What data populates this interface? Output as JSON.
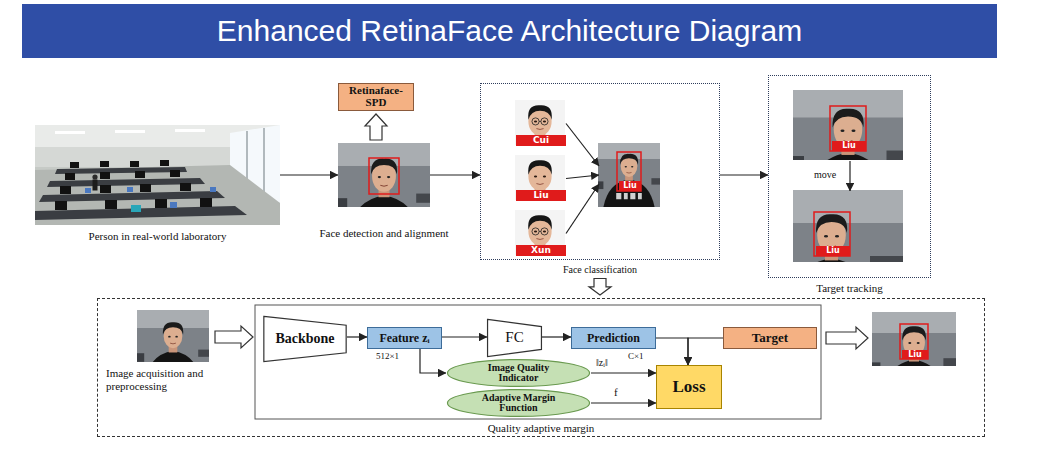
{
  "diagram": {
    "title": "Enhanced RetinaFace Architecture Diagram",
    "nodes": [
      {
        "text": [
          "Person in real-world laboratory"
        ]
      },
      {
        "text": [
          "Retinaface-SPD"
        ]
      },
      {
        "text": [
          "Face detection and alignment"
        ]
      },
      {
        "text": [
          "Face classification"
        ]
      },
      {
        "text": [
          "Cui"
        ],
        "in": 3
      },
      {
        "text": [
          "Liu"
        ],
        "in": 3
      },
      {
        "text": [
          "Xun"
        ],
        "in": 3
      },
      {
        "text": [
          "Liu"
        ],
        "in": 3
      },
      {
        "text": [
          "Target tracking"
        ]
      },
      {
        "text": [
          "Liu"
        ],
        "in": 8
      },
      {
        "text": [
          "Liu"
        ],
        "in": 8
      },
      {
        "text": [
          "Quality adaptive margin"
        ]
      },
      {
        "text": [
          "Image acquisition and preprocessing"
        ],
        "in": 11
      },
      {
        "text": [
          "Backbone"
        ],
        "in": 11
      },
      {
        "text": [
          "Feature zᵢ"
        ],
        "in": 11
      },
      {
        "text": [
          "FC"
        ],
        "in": 11
      },
      {
        "text": [
          "Prediction"
        ],
        "in": 11
      },
      {
        "text": [
          "Target"
        ],
        "in": 11
      },
      {
        "text": [
          "Image Quality Indicator"
        ],
        "in": 11
      },
      {
        "text": [
          "Adaptive Margin Function"
        ],
        "in": 11
      },
      {
        "text": [
          "Loss"
        ],
        "in": 11
      },
      {
        "text": [
          "Liu"
        ],
        "in": 11
      }
    ],
    "edges": [
      {
        "from": 0,
        "to": 2,
        "arrow": "to"
      },
      {
        "from": 2,
        "to": 1,
        "arrow": "to"
      },
      {
        "from": 2,
        "to": 3,
        "arrow": "to"
      },
      {
        "from": 4,
        "to": 7,
        "arrow": "to"
      },
      {
        "from": 5,
        "to": 7,
        "arrow": "to"
      },
      {
        "from": 6,
        "to": 7,
        "arrow": "to"
      },
      {
        "from": 3,
        "to": 8,
        "arrow": "to"
      },
      {
        "from": 9,
        "to": 10,
        "label": "move",
        "arrow": "to"
      },
      {
        "from": 3,
        "to": 11,
        "arrow": "to"
      },
      {
        "from": 12,
        "to": 13,
        "arrow": "to"
      },
      {
        "from": 13,
        "to": 14,
        "arrow": "to"
      },
      {
        "from": 14,
        "to": 15,
        "arrow": "to"
      },
      {
        "from": 15,
        "to": 16,
        "arrow": "to"
      },
      {
        "from": 16,
        "to": 20,
        "arrow": "to"
      },
      {
        "from": 17,
        "to": 20,
        "arrow": "to"
      },
      {
        "from": 14,
        "to": 18,
        "arrow": "to"
      },
      {
        "from": 18,
        "to": 20,
        "label": "‖zᵢ‖",
        "arrow": "to"
      },
      {
        "from": 19,
        "to": 20,
        "label": "f",
        "arrow": "to"
      },
      {
        "from": 17,
        "to": 21,
        "arrow": "to"
      }
    ],
    "labels": [
      "512×1",
      "C×1"
    ]
  }
}
